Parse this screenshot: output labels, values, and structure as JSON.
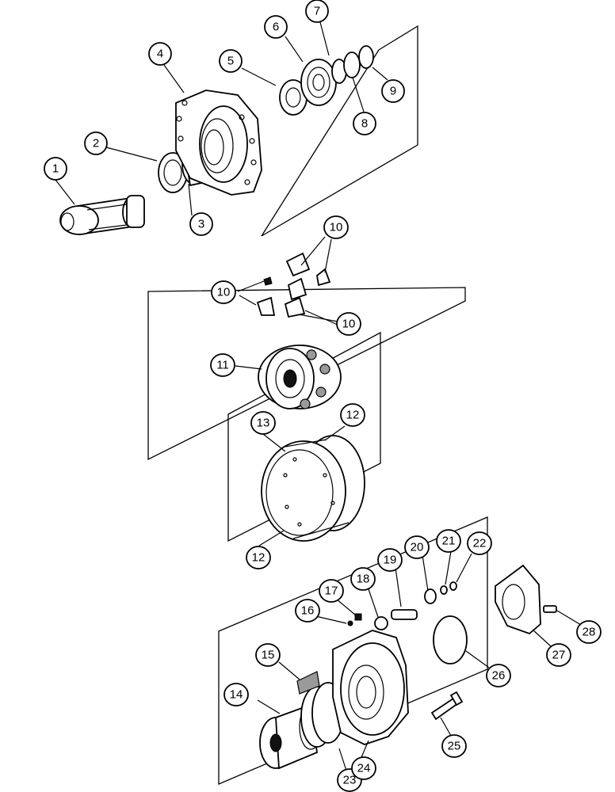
{
  "diagram": {
    "callouts": [
      {
        "id": "c1",
        "label": "1"
      },
      {
        "id": "c2",
        "label": "2"
      },
      {
        "id": "c3",
        "label": "3"
      },
      {
        "id": "c4",
        "label": "4"
      },
      {
        "id": "c5",
        "label": "5"
      },
      {
        "id": "c6",
        "label": "6"
      },
      {
        "id": "c7",
        "label": "7"
      },
      {
        "id": "c8",
        "label": "8"
      },
      {
        "id": "c9",
        "label": "9"
      },
      {
        "id": "c10a",
        "label": "10"
      },
      {
        "id": "c10b",
        "label": "10"
      },
      {
        "id": "c10c",
        "label": "10"
      },
      {
        "id": "c11",
        "label": "11"
      },
      {
        "id": "c12a",
        "label": "12"
      },
      {
        "id": "c12b",
        "label": "12"
      },
      {
        "id": "c13",
        "label": "13"
      },
      {
        "id": "c14",
        "label": "14"
      },
      {
        "id": "c15",
        "label": "15"
      },
      {
        "id": "c16",
        "label": "16"
      },
      {
        "id": "c17",
        "label": "17"
      },
      {
        "id": "c18",
        "label": "18"
      },
      {
        "id": "c19",
        "label": "19"
      },
      {
        "id": "c20",
        "label": "20"
      },
      {
        "id": "c21",
        "label": "21"
      },
      {
        "id": "c22",
        "label": "22"
      },
      {
        "id": "c23",
        "label": "23"
      },
      {
        "id": "c24",
        "label": "24"
      },
      {
        "id": "c25",
        "label": "25"
      },
      {
        "id": "c26",
        "label": "26"
      },
      {
        "id": "c27",
        "label": "27"
      },
      {
        "id": "c28",
        "label": "28"
      }
    ]
  }
}
